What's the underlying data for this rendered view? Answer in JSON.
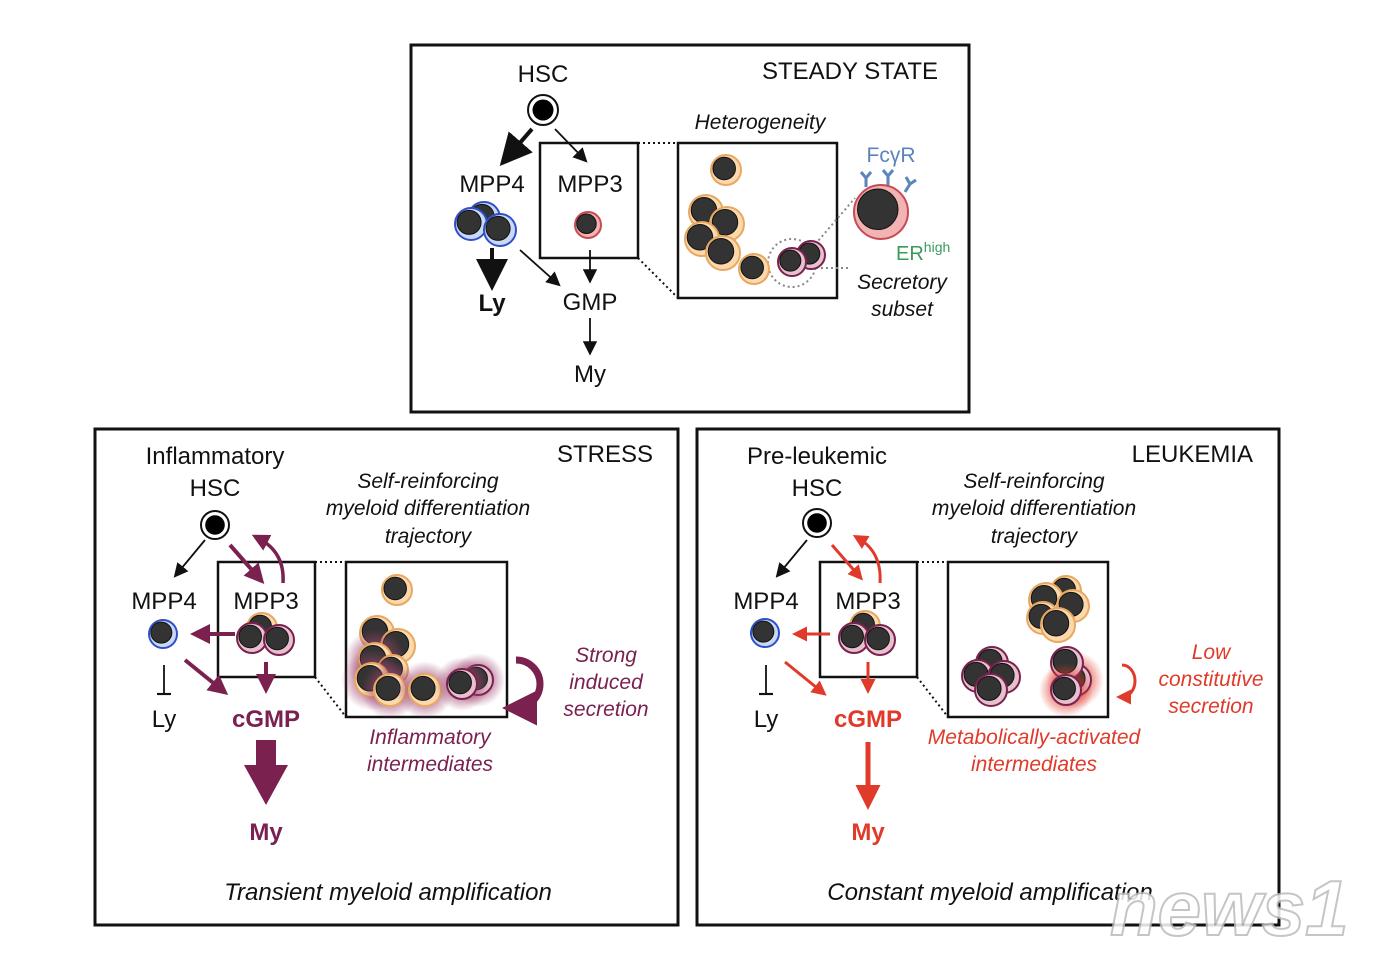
{
  "colors": {
    "stress": "#7a2150",
    "leukemia": "#e03a2a",
    "fcgr": "#5b84b8",
    "er": "#3a9a5a",
    "mpp4_ring": "#3c5fd0",
    "gmp_ring": "#f0b070"
  },
  "steady": {
    "title": "STEADY STATE",
    "hsc": "HSC",
    "mpp4": "MPP4",
    "mpp3": "MPP3",
    "ly": "Ly",
    "gmp": "GMP",
    "my": "My",
    "heterogeneity": "Heterogeneity",
    "fcgr": "FcγR",
    "er": "ER",
    "er_sup": "high",
    "secretory_1": "Secretory",
    "secretory_2": "subset"
  },
  "stress": {
    "title": "STRESS",
    "hsc_1": "Inflammatory",
    "hsc_2": "HSC",
    "traj_1": "Self-reinforcing",
    "traj_2": "myeloid differentiation",
    "traj_3": "trajectory",
    "mpp4": "MPP4",
    "mpp3": "MPP3",
    "ly": "Ly",
    "cgmp": "cGMP",
    "my": "My",
    "secretion_1": "Strong",
    "secretion_2": "induced",
    "secretion_3": "secretion",
    "intermediates_1": "Inflammatory",
    "intermediates_2": "intermediates",
    "caption": "Transient myeloid amplification"
  },
  "leukemia": {
    "title": "LEUKEMIA",
    "hsc_1": "Pre-leukemic",
    "hsc_2": "HSC",
    "traj_1": "Self-reinforcing",
    "traj_2": "myeloid differentiation",
    "traj_3": "trajectory",
    "mpp4": "MPP4",
    "mpp3": "MPP3",
    "ly": "Ly",
    "cgmp": "cGMP",
    "my": "My",
    "secretion_1": "Low",
    "secretion_2": "constitutive",
    "secretion_3": "secretion",
    "intermediates_1": "Metabolically-activated",
    "intermediates_2": "intermediates",
    "caption": "Constant myeloid amplification"
  },
  "watermark": "news1"
}
